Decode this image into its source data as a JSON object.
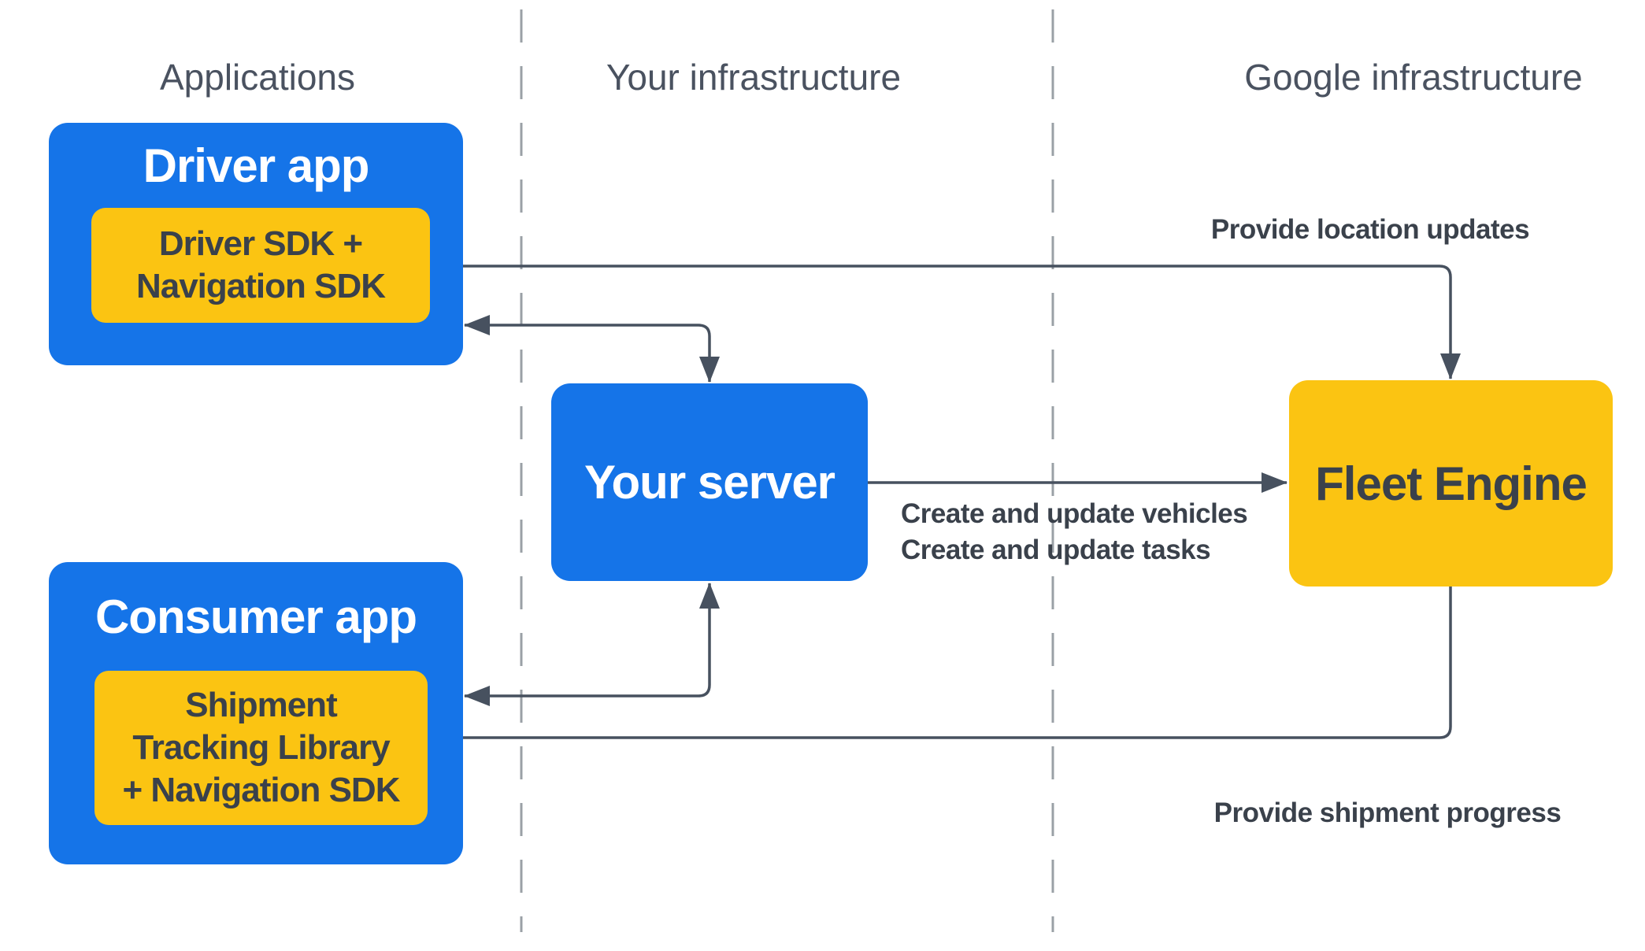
{
  "headers": {
    "applications": "Applications",
    "your_infrastructure": "Your infrastructure",
    "google_infrastructure": "Google infrastructure"
  },
  "boxes": {
    "driver_app": {
      "title": "Driver app",
      "sdk_lines": [
        "Driver SDK +",
        "Navigation SDK"
      ]
    },
    "consumer_app": {
      "title": "Consumer app",
      "sdk_lines": [
        "Shipment",
        "Tracking Library",
        "+ Navigation SDK"
      ]
    },
    "your_server": {
      "title": "Your server"
    },
    "fleet_engine": {
      "title": "Fleet Engine"
    }
  },
  "edge_labels": {
    "provide_location_updates": "Provide location updates",
    "create_and_update": [
      "Create and update vehicles",
      "Create and update tasks"
    ],
    "provide_shipment_progress": "Provide shipment progress"
  },
  "colors": {
    "blue": "#1574e8",
    "yellow": "#fbc412",
    "arrow": "#47515f",
    "divider": "#9aa0a6",
    "dark_text": "#3a414b",
    "header_text": "#4a5260",
    "white_text": "#ffffff"
  }
}
